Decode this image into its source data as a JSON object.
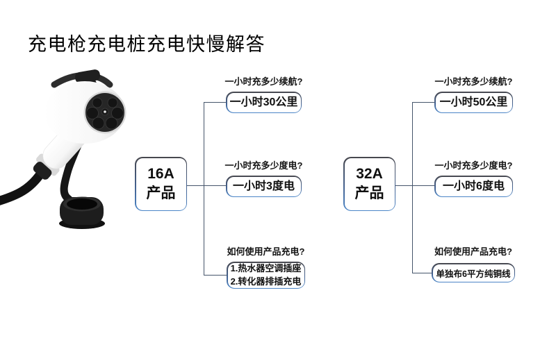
{
  "title": "充电枪充电桩充电快慢解答",
  "figure": {
    "icon": "ev-charging-gun"
  },
  "colors": {
    "background": "#ffffff",
    "box_border_top": "#47474d",
    "box_border_bottom": "#4b86c8",
    "connector": "#44546a",
    "text": "#0f0f0f"
  },
  "trees": [
    {
      "root": {
        "line1": "16A",
        "line2": "产品"
      },
      "branches": [
        {
          "question": "一小时充多少续航?",
          "answer": "一小时30公里"
        },
        {
          "question": "一小时充多少度电?",
          "answer": "一小时3度电"
        },
        {
          "question": "如何使用产品充电?",
          "answer_line1": "1.热水器空调插座",
          "answer_line2": "2.转化器排插充电"
        }
      ]
    },
    {
      "root": {
        "line1": "32A",
        "line2": "产品"
      },
      "branches": [
        {
          "question": "一小时充多少续航?",
          "answer": "一小时50公里"
        },
        {
          "question": "一小时充多少度电?",
          "answer": "一小时6度电"
        },
        {
          "question": "如何使用产品充电?",
          "answer": "单独布6平方纯铜线"
        }
      ]
    }
  ]
}
